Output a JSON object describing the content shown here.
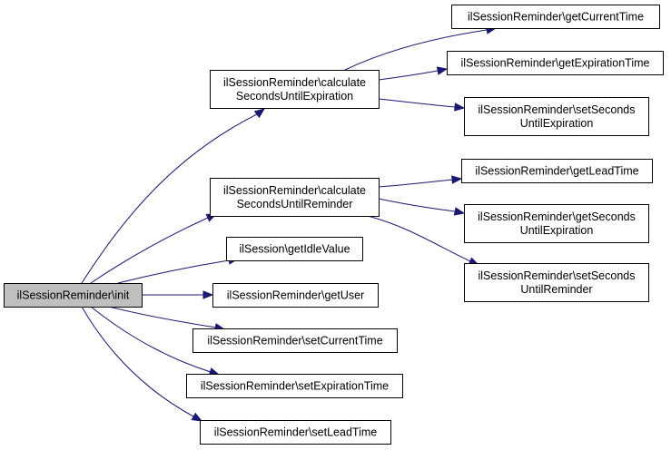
{
  "diagram": {
    "type": "call-graph",
    "colors": {
      "edge": "#191970",
      "root_fill": "#bfbfbf",
      "node_fill": "#ffffff",
      "border": "#000000"
    },
    "nodes": [
      {
        "id": "init",
        "lines": [
          "ilSessionReminder\\init"
        ],
        "root": true
      },
      {
        "id": "calcExp",
        "lines": [
          "ilSessionReminder\\calculate",
          "SecondsUntilExpiration"
        ]
      },
      {
        "id": "calcRem",
        "lines": [
          "ilSessionReminder\\calculate",
          "SecondsUntilReminder"
        ]
      },
      {
        "id": "getIdle",
        "lines": [
          "ilSession\\getIdleValue"
        ]
      },
      {
        "id": "getUser",
        "lines": [
          "ilSessionReminder\\getUser"
        ]
      },
      {
        "id": "setCur",
        "lines": [
          "ilSessionReminder\\setCurrentTime"
        ]
      },
      {
        "id": "setExpT",
        "lines": [
          "ilSessionReminder\\setExpirationTime"
        ]
      },
      {
        "id": "setLead",
        "lines": [
          "ilSessionReminder\\setLeadTime"
        ]
      },
      {
        "id": "getCur",
        "lines": [
          "ilSessionReminder\\getCurrentTime"
        ]
      },
      {
        "id": "getExpT",
        "lines": [
          "ilSessionReminder\\getExpirationTime"
        ]
      },
      {
        "id": "setSecExp",
        "lines": [
          "ilSessionReminder\\setSeconds",
          "UntilExpiration"
        ]
      },
      {
        "id": "getLead",
        "lines": [
          "ilSessionReminder\\getLeadTime"
        ]
      },
      {
        "id": "getSecExp",
        "lines": [
          "ilSessionReminder\\getSeconds",
          "UntilExpiration"
        ]
      },
      {
        "id": "setSecRem",
        "lines": [
          "ilSessionReminder\\setSeconds",
          "UntilReminder"
        ]
      }
    ],
    "edges": [
      {
        "from": "init",
        "to": "calcExp"
      },
      {
        "from": "init",
        "to": "calcRem"
      },
      {
        "from": "init",
        "to": "getIdle"
      },
      {
        "from": "init",
        "to": "getUser"
      },
      {
        "from": "init",
        "to": "setCur"
      },
      {
        "from": "init",
        "to": "setExpT"
      },
      {
        "from": "init",
        "to": "setLead"
      },
      {
        "from": "calcExp",
        "to": "getCur"
      },
      {
        "from": "calcExp",
        "to": "getExpT"
      },
      {
        "from": "calcExp",
        "to": "setSecExp"
      },
      {
        "from": "calcRem",
        "to": "getLead"
      },
      {
        "from": "calcRem",
        "to": "getSecExp"
      },
      {
        "from": "calcRem",
        "to": "setSecRem"
      }
    ]
  }
}
